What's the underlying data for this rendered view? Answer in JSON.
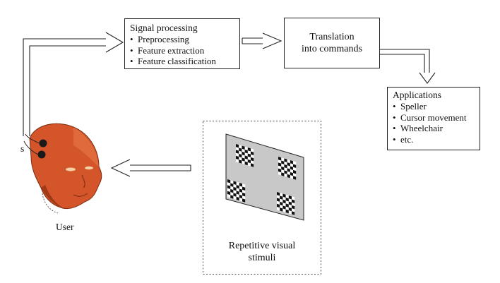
{
  "signal_processing": {
    "title": "Signal processing",
    "items": [
      "Preprocessing",
      "Feature extraction",
      "Feature classification"
    ]
  },
  "translation": {
    "line1": "Translation",
    "line2": "into commands"
  },
  "applications": {
    "title": "Applications",
    "items": [
      "Speller",
      "Cursor movement",
      "Wheelchair",
      "etc."
    ]
  },
  "stimuli": {
    "line1": "Repetitive visual",
    "line2": "stimuli"
  },
  "user_label": "User",
  "electrode_label": "s",
  "colors": {
    "head": "#d4552a",
    "head_dark": "#8a2e10",
    "panel": "#c8c8c8",
    "line": "#222222"
  },
  "icons": [
    "head-illustration",
    "electrode-icon",
    "checkerboard-icon"
  ]
}
